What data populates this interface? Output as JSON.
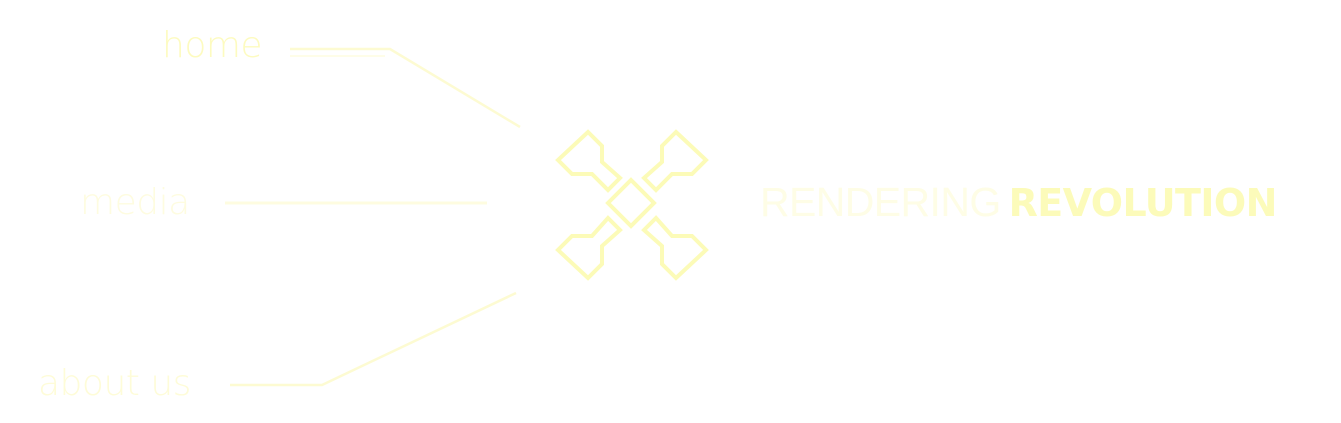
{
  "nav": {
    "items": [
      {
        "label": "home"
      },
      {
        "label": "media"
      },
      {
        "label": "about us"
      }
    ]
  },
  "brand": {
    "light": "RENDERING",
    "bold": "REVOLUTION"
  },
  "icons": {
    "logo": "cross-diamond-logo-icon"
  },
  "colors": {
    "accent": "#fcfbbf",
    "accent_light": "#fefce0",
    "background": "#ffffff"
  }
}
